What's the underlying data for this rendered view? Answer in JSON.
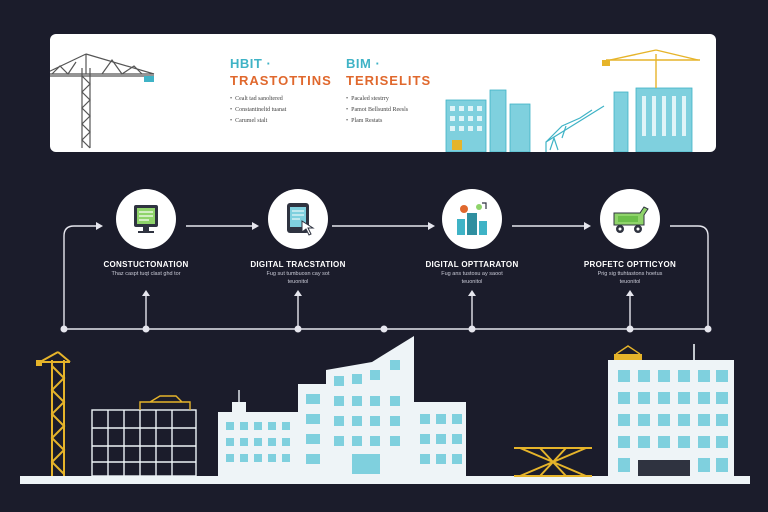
{
  "banner": {
    "left": {
      "heading1": "HBIT ·",
      "heading2": "TRASTOTTINS",
      "items": [
        "Cealt tad sanoltered",
        "Constantineltd tuanat",
        "Carumel stalt"
      ]
    },
    "right": {
      "heading1": "BIM ·",
      "heading2": "TERISELITS",
      "items": [
        "Pacaled stestrry",
        "Pamot Bellsuntd Reesls",
        "Plam Restats"
      ]
    }
  },
  "stages": [
    {
      "title": "CONSTUCTONATION",
      "desc": "Thaz caspt tuqt clast ghd tor",
      "icon": "document-monitor-icon"
    },
    {
      "title": "DIGITAL TRACSTATION",
      "desc": "Fug sut tumbuosn cay sot\nteuonitol",
      "icon": "tablet-touch-icon"
    },
    {
      "title": "DIGITAL OPTTARATON",
      "desc": "Fug ans tustosu ay saoot\nteuonitol",
      "icon": "buildings-analytics-icon"
    },
    {
      "title": "PROFETC OPTTICYON",
      "desc": "Prig sig ttuhtastons hoetus\nteuonitol",
      "icon": "construction-vehicle-icon"
    }
  ],
  "colors": {
    "background": "#1b1c2b",
    "accent_teal": "#3fb3c6",
    "accent_orange": "#e0682d",
    "crane_yellow": "#e6b42a",
    "building_fill": "#eef4f7",
    "window_blue": "#7fd0de"
  }
}
